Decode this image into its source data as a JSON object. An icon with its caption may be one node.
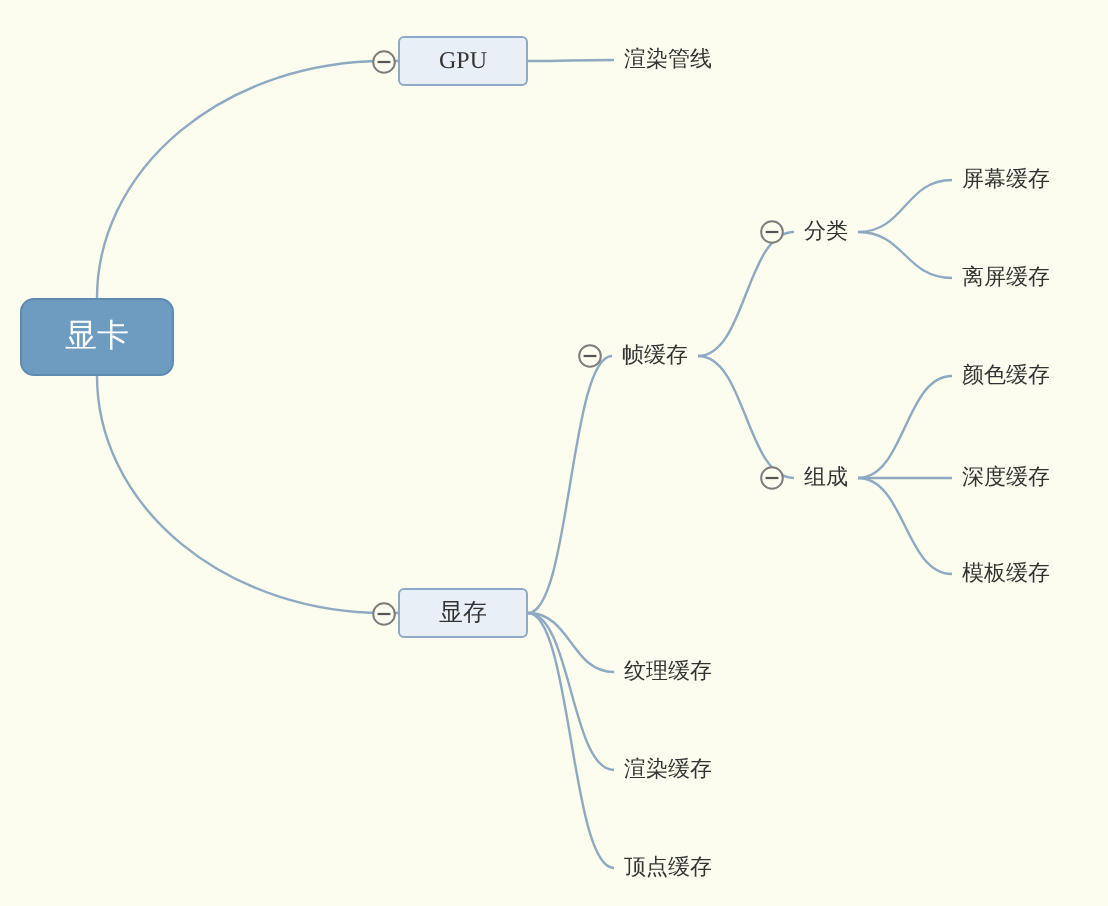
{
  "diagram": {
    "nodes": [
      {
        "text": [
          "显卡"
        ]
      },
      {
        "text": [
          "GPU"
        ]
      },
      {
        "text": [
          "渲染管线"
        ]
      },
      {
        "text": [
          "显存"
        ]
      },
      {
        "text": [
          "帧缓存"
        ]
      },
      {
        "text": [
          "分类"
        ]
      },
      {
        "text": [
          "屏幕缓存"
        ]
      },
      {
        "text": [
          "离屏缓存"
        ]
      },
      {
        "text": [
          "组成"
        ]
      },
      {
        "text": [
          "颜色缓存"
        ]
      },
      {
        "text": [
          "深度缓存"
        ]
      },
      {
        "text": [
          "模板缓存"
        ]
      },
      {
        "text": [
          "纹理缓存"
        ]
      },
      {
        "text": [
          "渲染缓存"
        ]
      },
      {
        "text": [
          "顶点缓存"
        ]
      }
    ],
    "edges": [
      {
        "from": 0,
        "to": 1,
        "arrow": "none"
      },
      {
        "from": 1,
        "to": 2,
        "arrow": "none"
      },
      {
        "from": 0,
        "to": 3,
        "arrow": "none"
      },
      {
        "from": 3,
        "to": 4,
        "arrow": "none"
      },
      {
        "from": 4,
        "to": 5,
        "arrow": "none"
      },
      {
        "from": 5,
        "to": 6,
        "arrow": "none"
      },
      {
        "from": 5,
        "to": 7,
        "arrow": "none"
      },
      {
        "from": 4,
        "to": 8,
        "arrow": "none"
      },
      {
        "from": 8,
        "to": 9,
        "arrow": "none"
      },
      {
        "from": 8,
        "to": 10,
        "arrow": "none"
      },
      {
        "from": 8,
        "to": 11,
        "arrow": "none"
      },
      {
        "from": 3,
        "to": 12,
        "arrow": "none"
      },
      {
        "from": 3,
        "to": 13,
        "arrow": "none"
      },
      {
        "from": 3,
        "to": 14,
        "arrow": "none"
      }
    ]
  }
}
